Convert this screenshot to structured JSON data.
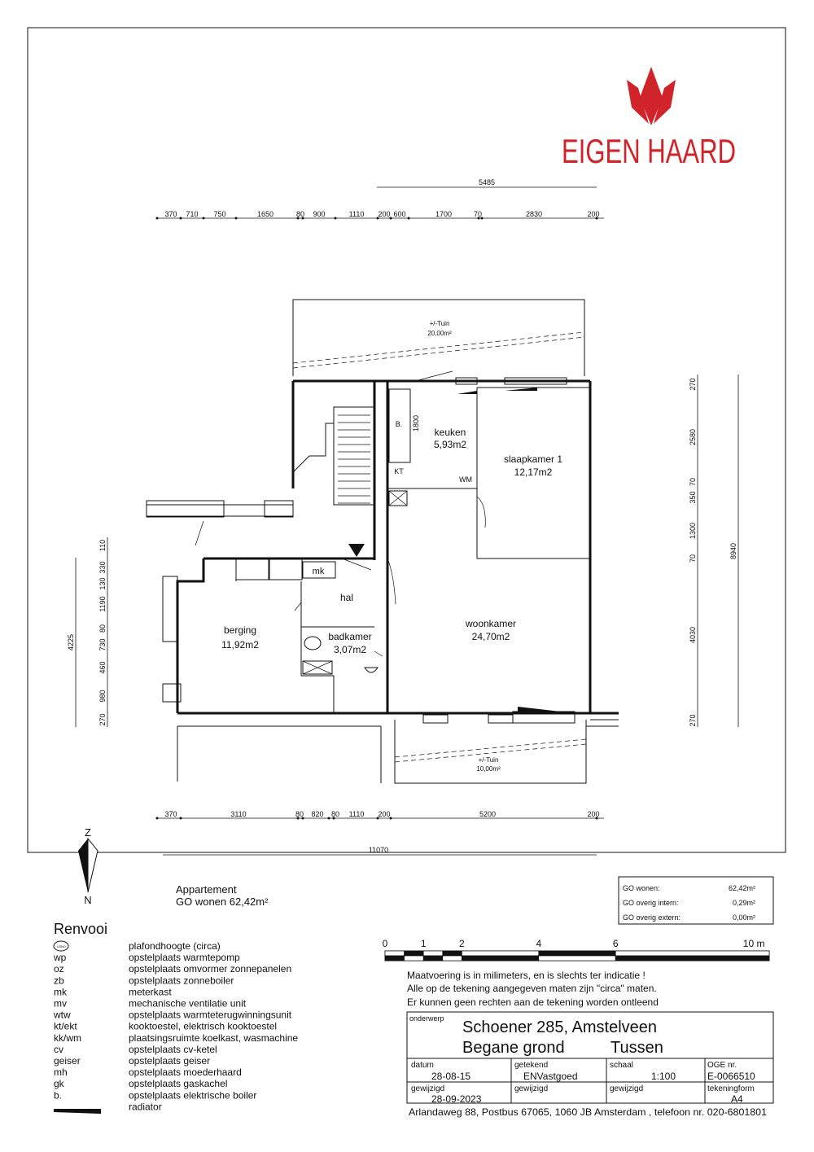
{
  "logo": {
    "text": "EIGEN HAARD",
    "color": "#d0232a"
  },
  "rooms": {
    "tuin_top": {
      "name": "+/-Tuin",
      "area": "20,00m²"
    },
    "keuken": {
      "name": "keuken",
      "area": "5,93m2"
    },
    "slaapkamer": {
      "name": "slaapkamer 1",
      "area": "12,17m2"
    },
    "woonkamer": {
      "name": "woonkamer",
      "area": "24,70m2"
    },
    "hal": {
      "name": "hal"
    },
    "berging": {
      "name": "berging",
      "area": "11,92m2"
    },
    "badkamer": {
      "name": "badkamer",
      "area": "3,07m2"
    },
    "tuin_bottom": {
      "name": "+/-Tuin",
      "area": "10,00m²"
    }
  },
  "labels": {
    "kt": "KT",
    "wm": "WM",
    "b": "B.",
    "mk": "mk"
  },
  "dimensions": {
    "top_total": "5485",
    "top": [
      "370",
      "710",
      "750",
      "1650",
      "80",
      "900",
      "1110",
      "200",
      "600",
      "1700",
      "70",
      "2830",
      "200"
    ],
    "bottom": [
      "370",
      "3110",
      "80",
      "820",
      "80",
      "1110",
      "200",
      "5200",
      "200"
    ],
    "bottom_total": "11070",
    "left": [
      "110",
      "330",
      "130",
      "1190",
      "80",
      "730",
      "460",
      "980",
      "270"
    ],
    "left_total": "4225",
    "right": [
      "270",
      "2580",
      "70",
      "350",
      "1300",
      "70",
      "4030",
      "270"
    ],
    "right_total": "8940",
    "kitchen_1800": "1800"
  },
  "compass": {
    "top": "Z",
    "bottom": "N"
  },
  "summary": {
    "line1": "Appartement",
    "line2": "GO wonen 62,42m²"
  },
  "area_table": [
    {
      "label": "GO wonen:",
      "value": "62,42m²"
    },
    {
      "label": "GO overig intern:",
      "value": "0,29m²"
    },
    {
      "label": "GO overig extern:",
      "value": "0,00m²"
    }
  ],
  "scale_bar": {
    "ticks": [
      "0",
      "1",
      "2",
      "4",
      "6",
      "10  m"
    ]
  },
  "notes": [
    "Maatvoering is in milimeters, en is slechts ter indicatie !",
    "Alle op de tekening aangegeven maten zijn \"circa\" maten.",
    "Er kunnen geen rechten aan de tekening worden ontleend"
  ],
  "title_block": {
    "onderwerp_label": "onderwerp",
    "title": "Schoener 285, Amstelveen",
    "floor": "Begane grond",
    "type": "Tussen",
    "datum_label": "datum",
    "datum": "28-08-15",
    "getekend_label": "getekend",
    "getekend": "ENVastgoed",
    "schaal_label": "schaal",
    "schaal": "1:100",
    "oge_label": "OGE nr.",
    "oge": "E-0066510",
    "gewijzigd_label": "gewijzigd",
    "gewijzigd_datum": "28-09-2023",
    "gewijzigd_label2": "gewijzigd",
    "gewijzigd_label3": "gewijzigd",
    "tekeningform_label": "tekeningform",
    "tekeningform": "A4",
    "address": "Arlandaweg 88, Postbus 67065, 1060 JB Amsterdam , telefoon nr. 020-6801801"
  },
  "legend": {
    "title": "Renvooi",
    "ceiling_icon_text": "±2540",
    "items": [
      {
        "code": "",
        "desc": "plafondhoogte (circa)"
      },
      {
        "code": "wp",
        "desc": "opstelplaats warmtepomp"
      },
      {
        "code": "oz",
        "desc": "opstelplaats omvormer zonnepanelen"
      },
      {
        "code": "zb",
        "desc": "opstelplaats zonneboiler"
      },
      {
        "code": "mk",
        "desc": "meterkast"
      },
      {
        "code": "mv",
        "desc": "mechanische ventilatie unit"
      },
      {
        "code": "wtw",
        "desc": "opstelplaats warmteterugwinningsunit"
      },
      {
        "code": "kt/ekt",
        "desc": "kooktoestel, elektrisch kooktoestel"
      },
      {
        "code": "kk/wm",
        "desc": "plaatsingsruimte koelkast, wasmachine"
      },
      {
        "code": "cv",
        "desc": "opstelplaats cv-ketel"
      },
      {
        "code": "geiser",
        "desc": "opstelplaats geiser"
      },
      {
        "code": "mh",
        "desc": "opstelplaats moederhaard"
      },
      {
        "code": "gk",
        "desc": "opstelplaats gaskachel"
      },
      {
        "code": "b.",
        "desc": "opstelplaats elektrische boiler"
      },
      {
        "code": "",
        "desc": "radiator"
      }
    ]
  }
}
